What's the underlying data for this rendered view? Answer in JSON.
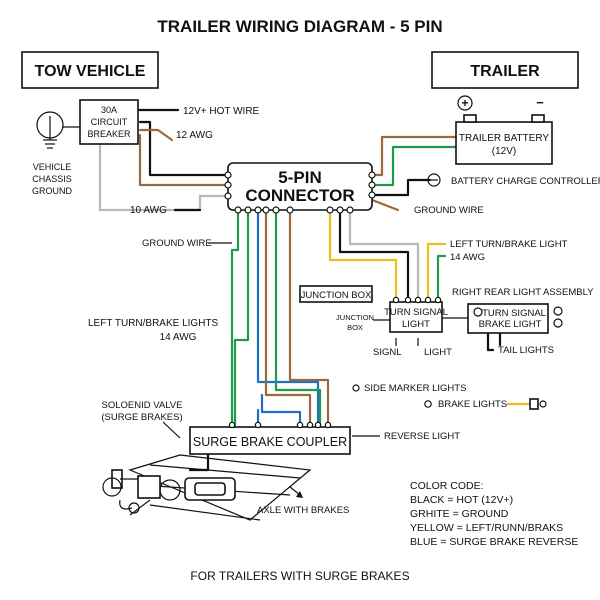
{
  "title": "TRAILER WIRING DIAGRAM - 5 PIN",
  "tow_vehicle": "TOW VEHICLE",
  "trailer": "TRAILER",
  "breaker": [
    "30A",
    "CIRCUIT",
    "BREAKER"
  ],
  "chassis_ground": [
    "VEHICLE",
    "CHASSIS",
    "GROUND"
  ],
  "labels": {
    "hot_wire": "12V+ HOT WIRE",
    "awg12": "12 AWG",
    "awg10": "10 AWG",
    "ground_wire_left": "GROUND WIRE",
    "ground_wire_right": "GROUND WIRE",
    "left_turn_lights": "LEFT TURN/BRAKE LIGHTS",
    "awg14_left": "14 AWG",
    "left_turn_light": "LEFT TURN/BRAKE LIGHT",
    "awg14_right": "14 AWG",
    "battery_charge": "BATTERY CHARGE CONTROLLER",
    "junction_box": "JUNCTION BOX",
    "junction_box_small": [
      "JUNCTION",
      "BOX"
    ],
    "right_rear": "RIGHT REAR LIGHT ASSEMBLY",
    "turn_signal_light": [
      "TURN SIGNAL",
      "LIGHT"
    ],
    "turn_signal_brake": [
      "TURN SIGNAL",
      "BRAKE LIGHT"
    ],
    "signl": "SIGNL",
    "light": "LIGHT",
    "tail_lights": "TAIL LIGHTS",
    "side_marker": "SIDE MARKER LIGHTS",
    "brake_lights": "BRAKE LIGHTS",
    "solenoid": [
      "SOLOENID VALVE",
      "(SURGE BRAKES)"
    ],
    "surge_coupler": "SURGE BRAKE COUPLER",
    "reverse_light": "REVERSE LIGHT",
    "axle": "AXLE WITH BRAKES",
    "footer": "FOR TRAILERS WITH SURGE BRAKES"
  },
  "connector": [
    "5-PIN",
    "CONNECTOR"
  ],
  "battery": [
    "TRAILER BATTERY",
    "(12V)"
  ],
  "battery_terminals": [
    "+",
    "−"
  ],
  "color_code": {
    "heading": "COLOR CODE:",
    "lines": [
      "BLACK = HOT (12V+)",
      "GRHITE = GROUND",
      "YELLOW = LEFT/RUNN/BRAKS",
      "BLUE = SURGE BRAKE REVERSE"
    ]
  },
  "colors": {
    "black": "#111111",
    "brown": "#9b6a3c",
    "green": "#1f9a4a",
    "yellow": "#e8c21a",
    "blue": "#1f6fc8",
    "white": "#b8b8b8"
  }
}
